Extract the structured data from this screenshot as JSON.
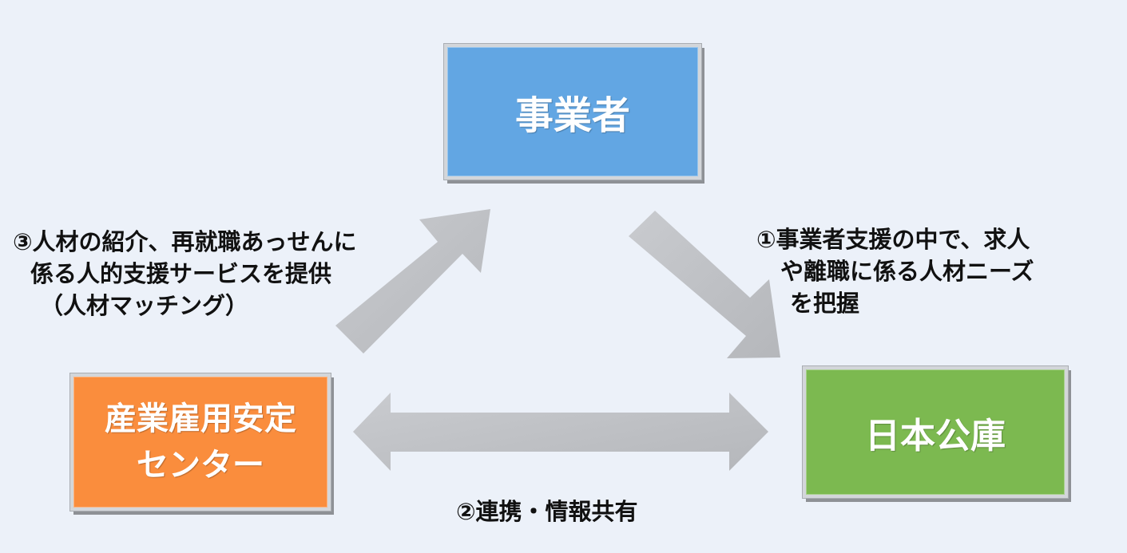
{
  "nodes": {
    "jigyosha": {
      "label": "事業者"
    },
    "center": {
      "label_lines": [
        "産業雇用安定",
        "センター"
      ]
    },
    "koko": {
      "label": "日本公庫"
    }
  },
  "annotations": {
    "step1": {
      "lines": [
        "①事業者支援の中で、求人",
        "や離職に係る人材ニーズ",
        "を把握"
      ]
    },
    "step2": {
      "text": "②連携・情報共有"
    },
    "step3": {
      "lines": [
        "③人材の紹介、再就職あっせんに",
        "係る人的支援サービスを提供",
        "（人材マッチング）"
      ]
    }
  },
  "colors": {
    "background": "#ECF1F9",
    "jigyosha": "#62A6E3",
    "center": "#FA8D3D",
    "koko": "#7CB950",
    "arrow": "#BDBFC3",
    "text": "#111111"
  }
}
